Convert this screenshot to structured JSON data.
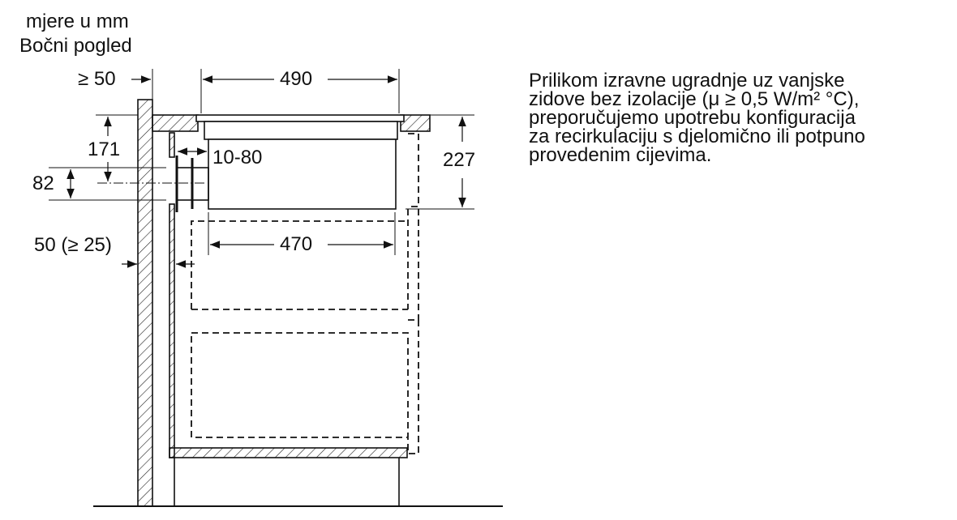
{
  "header": {
    "units": "mjere u mm",
    "view": "Bočni pogled"
  },
  "dimensions": {
    "wall_gap": "≥ 50",
    "hob_width": "490",
    "cutout_width": "470",
    "height_total": "227",
    "height_171": "171",
    "height_82": "82",
    "duct_gap": "10-80",
    "back_gap": "50 (≥ 25)"
  },
  "note": {
    "lines": [
      "Prilikom izravne ugradnje uz vanjske",
      "zidove bez izolacije (μ ≥ 0,5 W/m² °C),",
      "preporučujemo upotrebu konfiguracija",
      "za recirkulaciju s djelomično ili potpuno",
      "provedenim cijevima."
    ]
  }
}
